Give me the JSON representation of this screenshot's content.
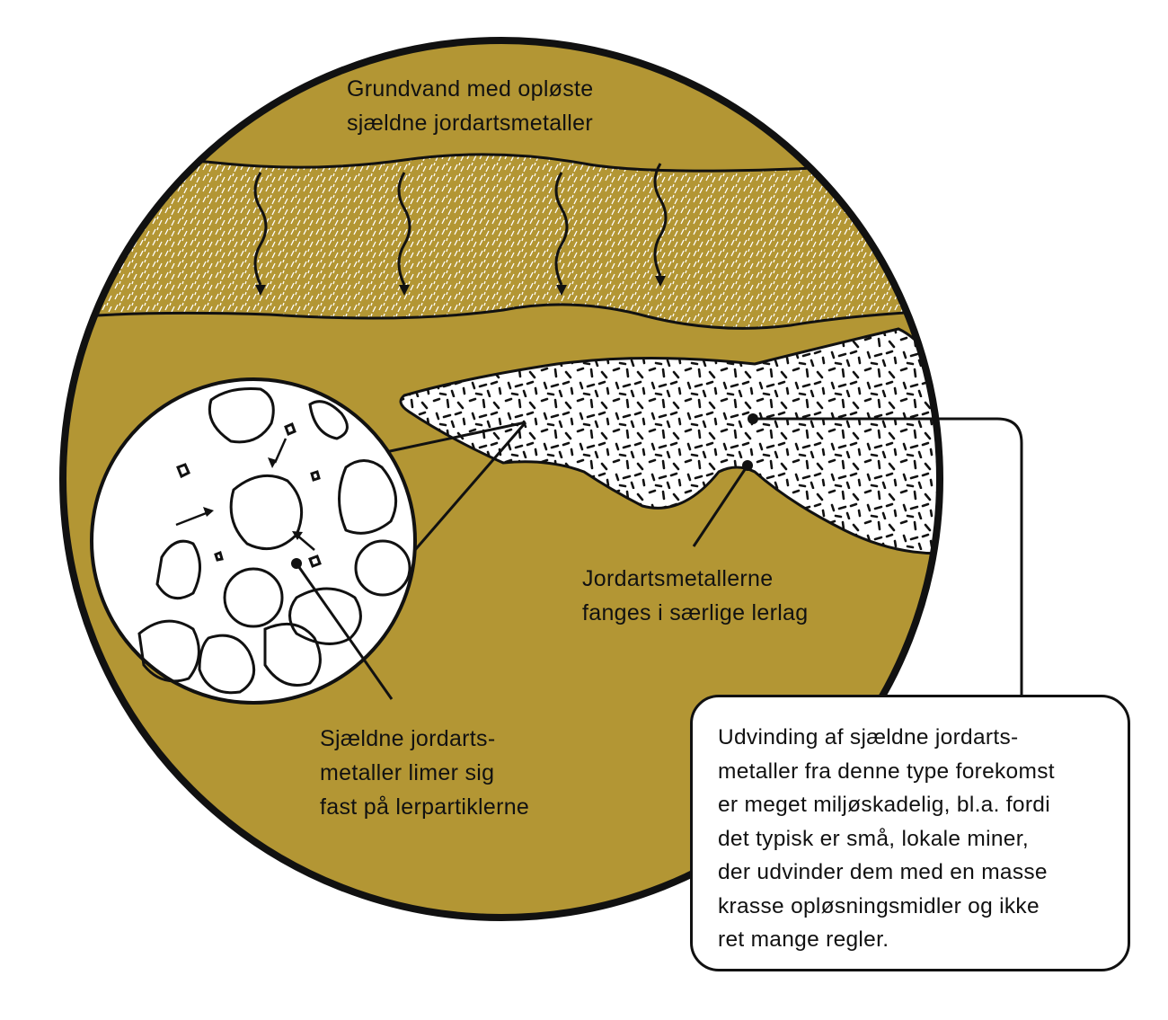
{
  "colors": {
    "ground": "#b39634",
    "line": "#111111",
    "white": "#ffffff"
  },
  "labels": {
    "groundwater": [
      "Grundvand med opløste",
      "sjældne jordartsmetaller"
    ],
    "clay_layer": [
      "Jordartsmetallerne",
      "fanges i særlige lerlag"
    ],
    "particles": [
      "Sjældne jordarts-",
      "metaller limer sig",
      "fast på lerpartiklerne"
    ]
  },
  "callout": {
    "lines": [
      "Udvinding af sjældne jordarts-",
      "metaller fra denne type forekomst",
      "er meget miljøskadelig, bl.a. fordi",
      "det typisk er små, lokale miner,",
      "der udvinder dem med en masse",
      "krasse opløsningsmidler og ikke",
      "ret mange regler."
    ]
  }
}
